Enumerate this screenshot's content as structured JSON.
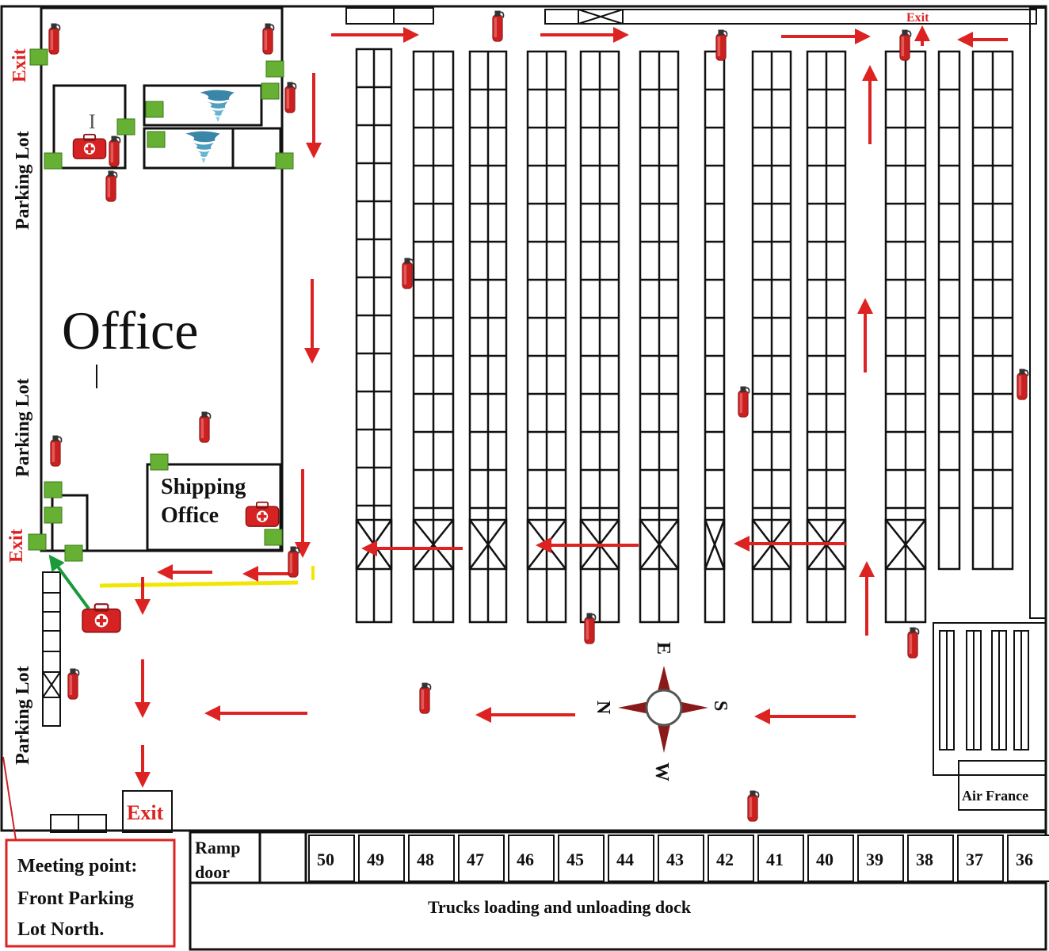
{
  "labels": {
    "office": "Office",
    "shipping_office_line1": "Shipping",
    "shipping_office_line2": "Office",
    "parking_lot_top": "Parking Lot",
    "parking_lot_mid": "Parking Lot",
    "parking_lot_bottom": "Parking Lot",
    "exit_left_top": "Exit",
    "exit_left_mid": "Exit",
    "exit_bottom": "Exit",
    "exit_top_right": "Exit",
    "air_france": "Air France",
    "ramp_door_line1": "Ramp",
    "ramp_door_line2": "door",
    "dock_title": "Trucks loading and unloading dock",
    "meeting_line1": "Meeting point:",
    "meeting_line2": "Front Parking",
    "meeting_line3": "Lot North."
  },
  "compass": {
    "n": "N",
    "e": "E",
    "s": "S",
    "w": "W"
  },
  "docks": [
    "50",
    "49",
    "48",
    "47",
    "46",
    "45",
    "44",
    "43",
    "42",
    "41",
    "40",
    "39",
    "38",
    "37",
    "36"
  ],
  "colors": {
    "exit": "#dd2222",
    "arrow": "#dd2222",
    "door_marker": "#66b033",
    "yellow_line": "#f2e600",
    "green_arrow": "#1a9a3a"
  },
  "icons": [
    "fire-extinguisher-icon",
    "first-aid-kit-icon",
    "tornado-shelter-icon",
    "compass-icon"
  ]
}
